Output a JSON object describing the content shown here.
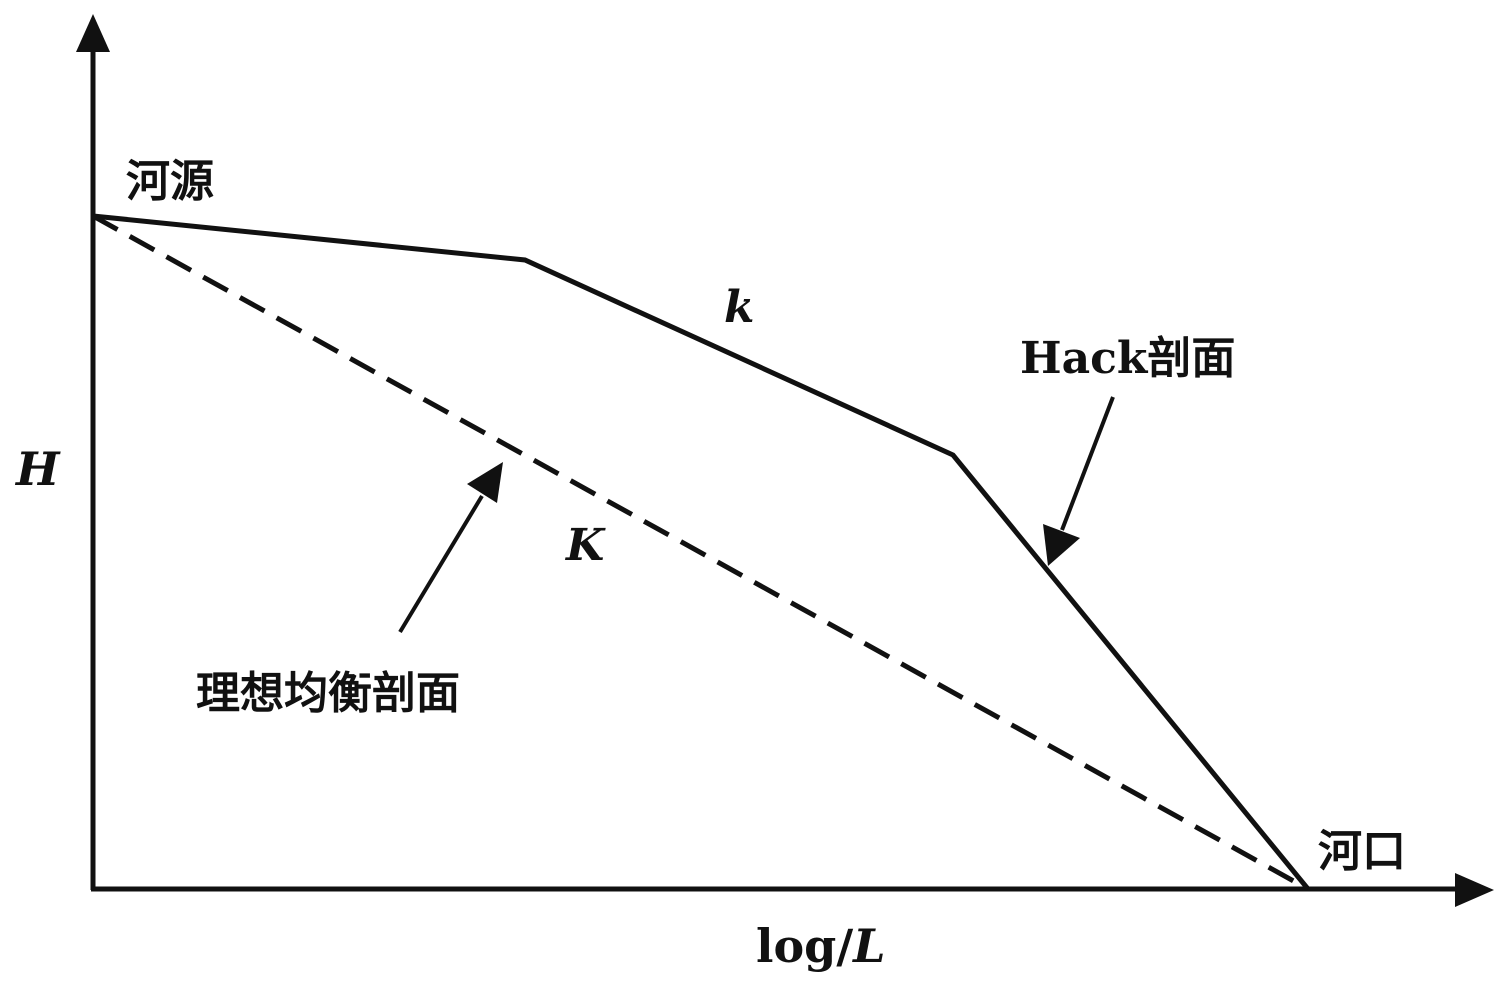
{
  "axes": {
    "y_label": "H",
    "x_label_prefix": "log/",
    "x_label_var": "L"
  },
  "labels": {
    "source": "河源",
    "mouth": "河口",
    "hack_profile": "Hack剖面",
    "ideal_profile": "理想均衡剖面",
    "hack_slope": "k",
    "ideal_slope": "K"
  },
  "colors": {
    "line": "#111111",
    "background": "#ffffff"
  }
}
